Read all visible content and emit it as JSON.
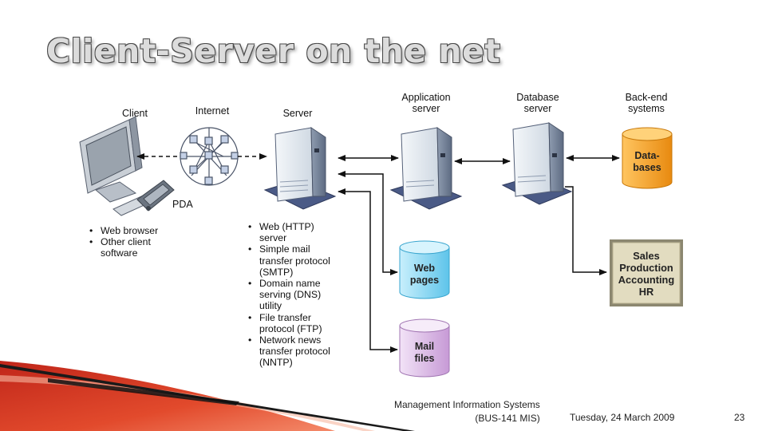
{
  "slide": {
    "title": "Client-Server on the net",
    "footer": {
      "course_line1": "Management Information Systems",
      "course_line2": "(BUS-141 MIS)",
      "date": "Tuesday, 24 March 2009",
      "page_number": "23"
    }
  },
  "diagram": {
    "labels": {
      "client": "Client",
      "internet": "Internet",
      "server": "Server",
      "app_server_line1": "Application",
      "app_server_line2": "server",
      "db_server_line1": "Database",
      "db_server_line2": "server",
      "backend_line1": "Back-end",
      "backend_line2": "systems",
      "pda": "PDA"
    },
    "client_bullets": [
      "Web browser",
      "Other client software"
    ],
    "server_bullets": [
      "Web (HTTP) server",
      "Simple mail transfer protocol (SMTP)",
      "Domain name serving (DNS) utility",
      "File transfer protocol (FTP)",
      "Network news transfer protocol (NNTP)"
    ],
    "stores": {
      "databases_line1": "Data-",
      "databases_line2": "bases",
      "web_pages_line1": "Web",
      "web_pages_line2": "pages",
      "mail_files_line1": "Mail",
      "mail_files_line2": "files"
    },
    "backend_box": [
      "Sales",
      "Production",
      "Accounting",
      "HR"
    ],
    "colors": {
      "databases": "#f5a623",
      "web_pages": "#7fd4f0",
      "mail_files": "#d8b4e2",
      "backend_box": "#e2dcc0",
      "server_body": "#e8eef4",
      "server_base": "#4a5a86"
    }
  }
}
